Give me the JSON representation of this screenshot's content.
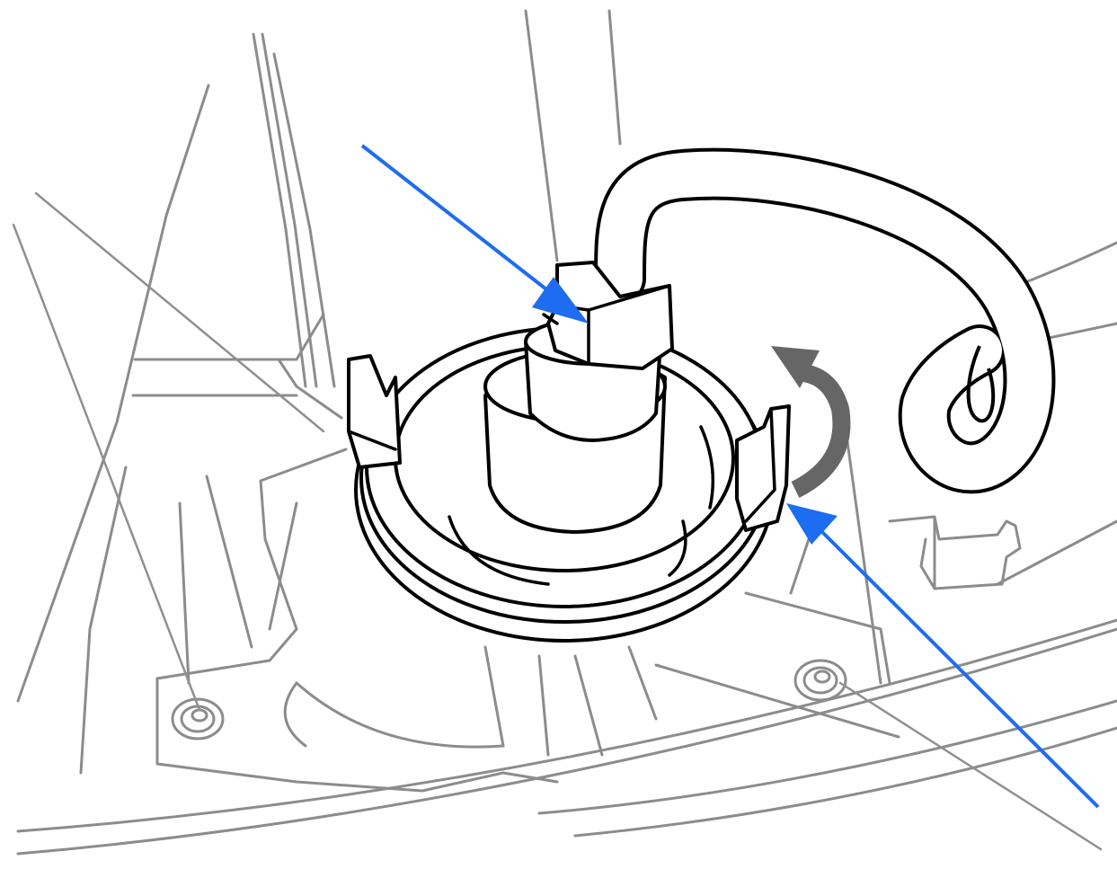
{
  "figure": {
    "background": "#ffffff",
    "line_art_color": "#000000",
    "background_art_color": "#8c8c8c",
    "callout_arrow_color": "#1e6cf0",
    "rotation_arrow_color": "#666666"
  },
  "parts": [
    {
      "name": "bulb-socket-connector",
      "icon": "connector-icon"
    },
    {
      "name": "wiring-harness",
      "icon": "cable-icon"
    },
    {
      "name": "bayonet-socket-ring",
      "icon": "socket-ring-icon"
    },
    {
      "name": "locking-tab",
      "icon": "tab-icon"
    },
    {
      "name": "mounting-bolt-left",
      "icon": "bolt-icon"
    },
    {
      "name": "mounting-bolt-right",
      "icon": "bolt-icon"
    },
    {
      "name": "headlamp-housing",
      "icon": "housing-icon"
    }
  ],
  "callouts": [
    {
      "name": "arrow-to-connector",
      "color": "#1e6cf0",
      "target": "bulb-socket-connector"
    },
    {
      "name": "arrow-to-locking-tab",
      "color": "#1e6cf0",
      "target": "locking-tab"
    },
    {
      "name": "rotate-counterclockwise",
      "color": "#666666",
      "icon": "rotate-ccw-icon"
    }
  ]
}
